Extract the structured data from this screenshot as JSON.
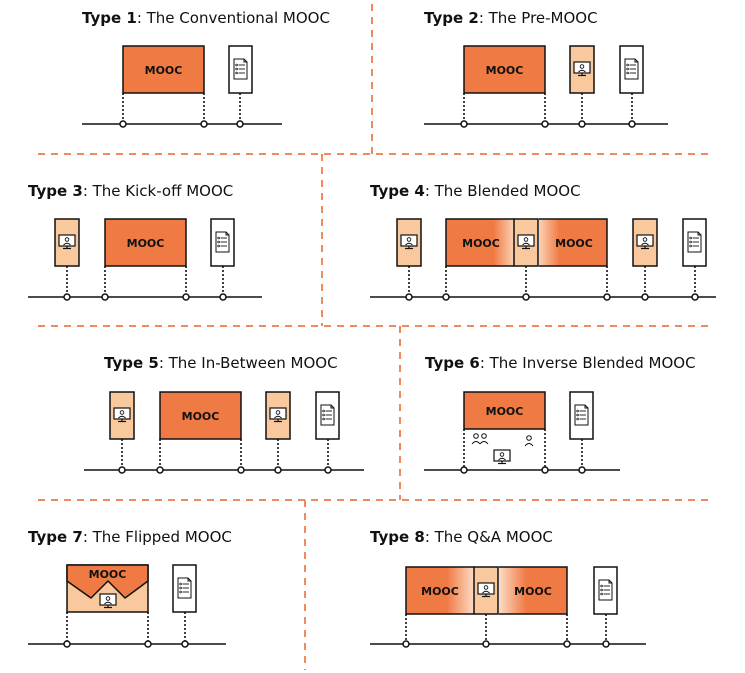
{
  "colors": {
    "mooc_fill": "#f07a44",
    "online_fill": "#f9c89c",
    "divider": "#f08a5a",
    "stroke": "#111111"
  },
  "panels": [
    {
      "type_label": "Type 1",
      "name": ": The Conventional MOOC",
      "sequence": [
        "mooc",
        "document"
      ]
    },
    {
      "type_label": "Type 2",
      "name": ": The Pre-MOOC",
      "sequence": [
        "mooc",
        "online-session",
        "document"
      ]
    },
    {
      "type_label": "Type 3",
      "name": ": The Kick-off MOOC",
      "sequence": [
        "online-session",
        "mooc",
        "document"
      ]
    },
    {
      "type_label": "Type 4",
      "name": ": The Blended MOOC",
      "sequence": [
        "online-session",
        "mooc",
        "online-session",
        "mooc",
        "online-session",
        "document"
      ]
    },
    {
      "type_label": "Type 5",
      "name": ": The In-Between MOOC",
      "sequence": [
        "online-session",
        "mooc",
        "online-session",
        "document"
      ]
    },
    {
      "type_label": "Type 6",
      "name": ": The Inverse Blended MOOC",
      "sequence": [
        "mooc",
        "group-person-icons",
        "online-session",
        "person-icon",
        "document"
      ]
    },
    {
      "type_label": "Type 7",
      "name": ": The Flipped MOOC",
      "sequence": [
        "mooc-with-online-session",
        "document"
      ]
    },
    {
      "type_label": "Type 8",
      "name": ": The Q&A MOOC",
      "sequence": [
        "mooc",
        "online-session",
        "mooc",
        "document"
      ]
    }
  ],
  "mooc_label": "MOOC"
}
